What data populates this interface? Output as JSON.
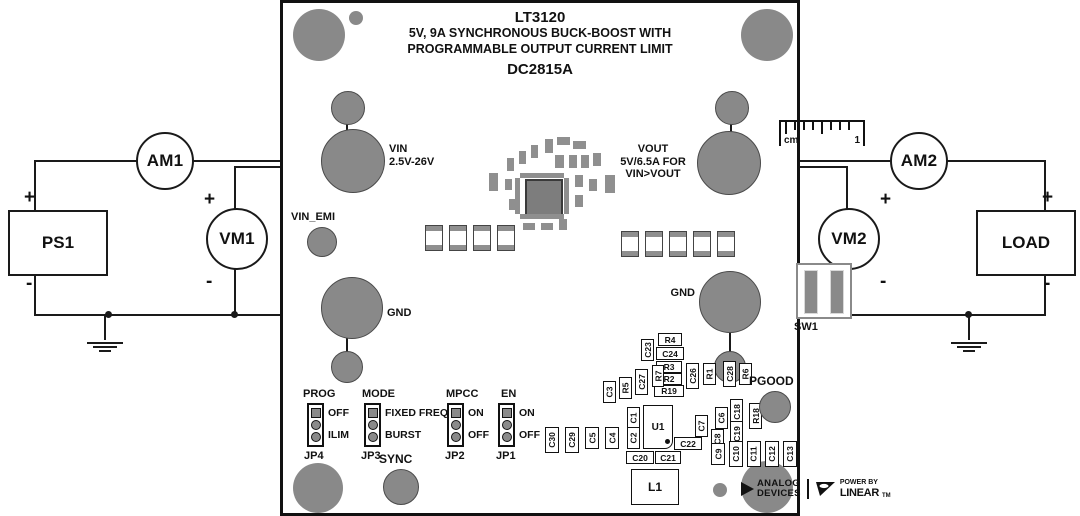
{
  "board": {
    "title_line1": "LT3120",
    "title_line2": "5V, 9A SYNCHRONOUS BUCK-BOOST WITH",
    "title_line3": "PROGRAMMABLE OUTPUT CURRENT LIMIT",
    "title_line4": "DC2815A",
    "silk": {
      "vin": "VIN",
      "vin_range": "2.5V-26V",
      "vin_emi": "VIN_EMI",
      "gnd_left": "GND",
      "gnd_right": "GND",
      "vout": "VOUT",
      "vout_spec1": "5V/6.5A FOR",
      "vout_spec2": "VIN>VOUT",
      "sw1": "SW1",
      "sync": "SYNC",
      "pgood": "PGOOD",
      "inductor": "L1",
      "ic": "U1"
    },
    "ruler": {
      "unit": "cm",
      "mark": "1"
    },
    "jumpers": [
      {
        "name": "PROG",
        "designator": "JP4",
        "options": [
          "OFF",
          "ILIM"
        ]
      },
      {
        "name": "MODE",
        "designator": "JP3",
        "options": [
          "FIXED FREQ",
          "BURST"
        ]
      },
      {
        "name": "MPCC",
        "designator": "JP2",
        "options": [
          "ON",
          "OFF"
        ]
      },
      {
        "name": "EN",
        "designator": "JP1",
        "options": [
          "ON",
          "OFF"
        ]
      }
    ],
    "refdes": [
      "C23",
      "R4",
      "C24",
      "R3",
      "R2",
      "R19",
      "C26",
      "R1",
      "C28",
      "R6",
      "C3",
      "R5",
      "C27",
      "R7",
      "C1",
      "C2",
      "C20",
      "C21",
      "C22",
      "C7",
      "C6",
      "C8",
      "C18",
      "C19",
      "R18",
      "C9",
      "C10",
      "C11",
      "C12",
      "C13",
      "C30",
      "C29",
      "C5",
      "C4"
    ],
    "logos": {
      "adi_line1": "ANALOG",
      "adi_line2": "DEVICES",
      "linear_line1": "POWER BY",
      "linear_line2": "LINEAR",
      "linear_tm": "TM"
    }
  },
  "circuit": {
    "supply": {
      "label": "PS1",
      "plus": "+",
      "minus": "-"
    },
    "load": {
      "label": "LOAD",
      "plus": "+",
      "minus": "-"
    },
    "ammeter_in": {
      "label": "AM1"
    },
    "ammeter_out": {
      "label": "AM2"
    },
    "voltmeter_in": {
      "label": "VM1",
      "plus": "+",
      "minus": "-"
    },
    "voltmeter_out": {
      "label": "VM2",
      "plus": "+",
      "minus": "-"
    }
  },
  "colors": {
    "pad_gray": "#898989",
    "ink": "#111111",
    "board_border": "#111111",
    "smd_gray": "#8f8f8f"
  }
}
